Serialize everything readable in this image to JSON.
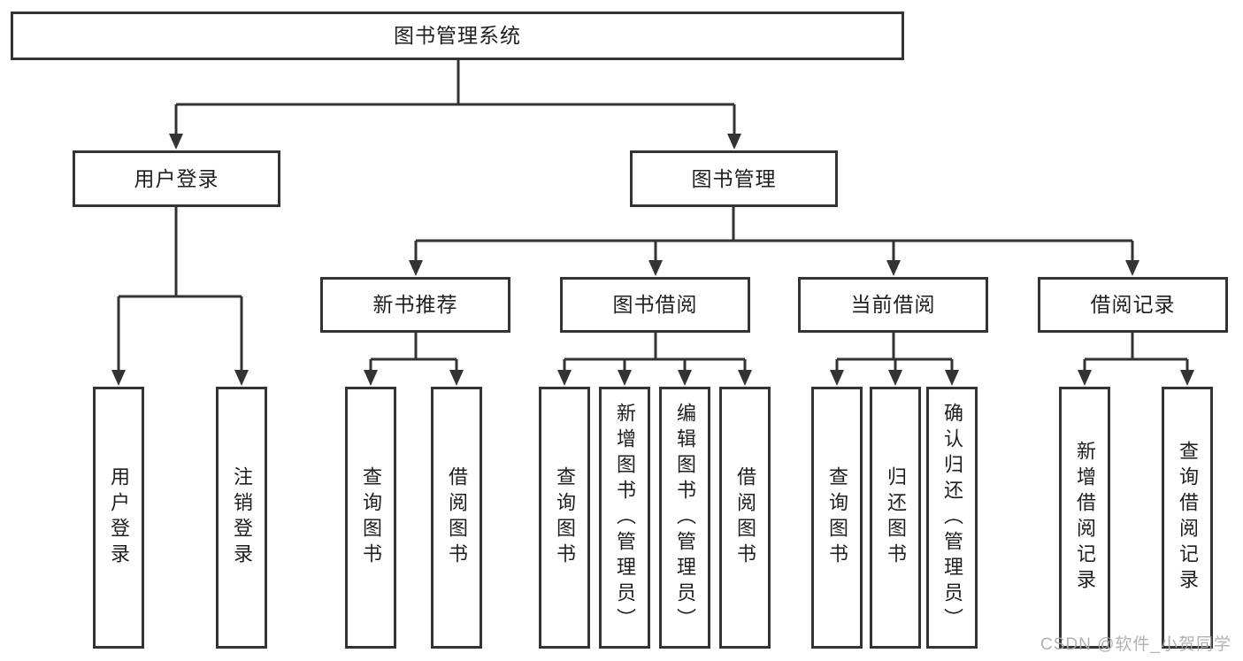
{
  "colors": {
    "line": "#333333",
    "box_border": "#333333",
    "text": "#1f1f1f",
    "background": "#ffffff",
    "watermark": "#aaaaaa"
  },
  "watermark": {
    "text": "CSDN @软件_小贺同学"
  },
  "diagram": {
    "title_node": {
      "label": "图书管理系统"
    },
    "branches": [
      {
        "label": "用户登录",
        "children": [
          {
            "label": "用户登录"
          },
          {
            "label": "注销登录"
          }
        ]
      },
      {
        "label": "图书管理",
        "children": [
          {
            "label": "新书推荐",
            "children": [
              {
                "label": "查询图书"
              },
              {
                "label": "借阅图书"
              }
            ]
          },
          {
            "label": "图书借阅",
            "children": [
              {
                "label": "查询图书"
              },
              {
                "label": "新增图书（管理员）"
              },
              {
                "label": "编辑图书（管理员）"
              },
              {
                "label": "借阅图书"
              }
            ]
          },
          {
            "label": "当前借阅",
            "children": [
              {
                "label": "查询图书"
              },
              {
                "label": "归还图书"
              },
              {
                "label": "确认归还（管理员）"
              }
            ]
          },
          {
            "label": "借阅记录",
            "children": [
              {
                "label": "新增借阅记录"
              },
              {
                "label": "查询借阅记录"
              }
            ]
          }
        ]
      }
    ]
  }
}
